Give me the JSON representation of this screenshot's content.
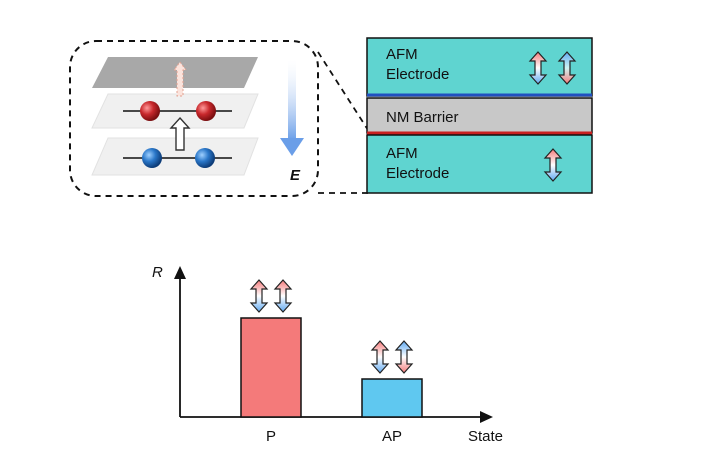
{
  "device": {
    "top_electrode": {
      "line1": "AFM",
      "line2": "Electrode"
    },
    "barrier": "NM Barrier",
    "bottom_electrode": {
      "line1": "AFM",
      "line2": "Electrode"
    },
    "electrode_color": "#5fd4d0",
    "barrier_color": "#c8c8c8"
  },
  "inset": {
    "field_label": "E",
    "field_color": "#6a9ee8",
    "upper_atom_color": "#c8282c",
    "lower_atom_color": "#2a77c9"
  },
  "chart": {
    "y_axis_label": "R",
    "x_axis_label": "State",
    "bars": [
      {
        "label": "P",
        "relative_value": 1.0,
        "color": "#f47a7a",
        "arrows": [
          "pointed-up-red",
          "pointed-up-red"
        ]
      },
      {
        "label": "AP",
        "relative_value": 0.38,
        "color": "#5fc8f0",
        "arrows": [
          "pointed-up-red",
          "pointed-up-blue"
        ]
      }
    ]
  }
}
